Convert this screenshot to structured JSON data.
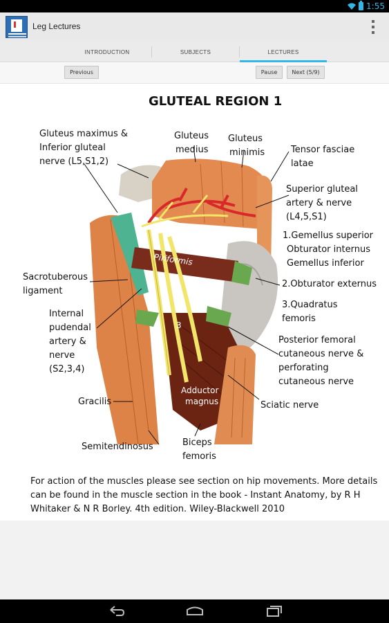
{
  "status_bar": {
    "time": "1:55",
    "wifi_icon": "wifi-icon",
    "battery_icon": "battery-icon"
  },
  "action_bar": {
    "title": "Leg Lectures",
    "app_icon": "app-icon",
    "overflow_icon": "overflow-menu-icon"
  },
  "tabs": [
    {
      "label": "INTRODUCTION",
      "active": false
    },
    {
      "label": "SUBJECTS",
      "active": false
    },
    {
      "label": "LECTURES",
      "active": true
    }
  ],
  "controls": {
    "previous_label": "Previous",
    "pause_label": "Pause",
    "next_label": "Next (5/9)"
  },
  "diagram": {
    "title": "GLUTEAL REGION 1",
    "labels": {
      "gluteus_maximus": [
        "Gluteus maximus &",
        "Inferior gluteal",
        "nerve (L5,S1,2)"
      ],
      "gluteus_medius": [
        "Gluteus",
        "medius"
      ],
      "gluteus_minimis": [
        "Gluteus",
        "minimis"
      ],
      "tensor_fasciae_latae": [
        "Tensor fasciae",
        "latae"
      ],
      "superior_gluteal": [
        "Superior gluteal",
        "artery & nerve",
        "(L4,5,S1)"
      ],
      "gemellus": [
        "1.Gemellus superior",
        "Obturator internus",
        "Gemellus inferior"
      ],
      "obturator_externus": [
        "2.Obturator externus"
      ],
      "quadratus": [
        "3.Quadratus",
        "femoris"
      ],
      "sacrotuberous": [
        "Sacrotuberous",
        "ligament"
      ],
      "internal_pudendal": [
        "Internal",
        "pudendal",
        "artery &",
        "nerve",
        "(S2,3,4)"
      ],
      "posterior_femoral": [
        "Posterior femoral",
        "cutaneous nerve &",
        "perforating",
        "cutaneous nerve"
      ],
      "sciatic": [
        "Sciatic nerve"
      ],
      "gracilis": [
        "Gracilis"
      ],
      "semitendinosus": [
        "Semitendinosus"
      ],
      "biceps": [
        "Biceps",
        "femoris"
      ],
      "piriformis": "Piriformis",
      "adductor_magnus": [
        "Adductor",
        "magnus"
      ],
      "marker_3": "3"
    },
    "caption": "For action of the muscles please see section on hip movements. More details can be found in the muscle section in the book - Instant Anatomy, by R H Whitaker & N R Borley. 4th edition. Wiley-Blackwell 2010"
  },
  "system_nav": {
    "back_icon": "back-icon",
    "home_icon": "home-icon",
    "recents_icon": "recent-apps-icon"
  },
  "colors": {
    "accent": "#33b5e5",
    "muscle": "#e28a50",
    "nerve": "#f1e66a",
    "artery": "#d9282a",
    "ligament": "#4db391",
    "dark_muscle": "#6b2412"
  }
}
